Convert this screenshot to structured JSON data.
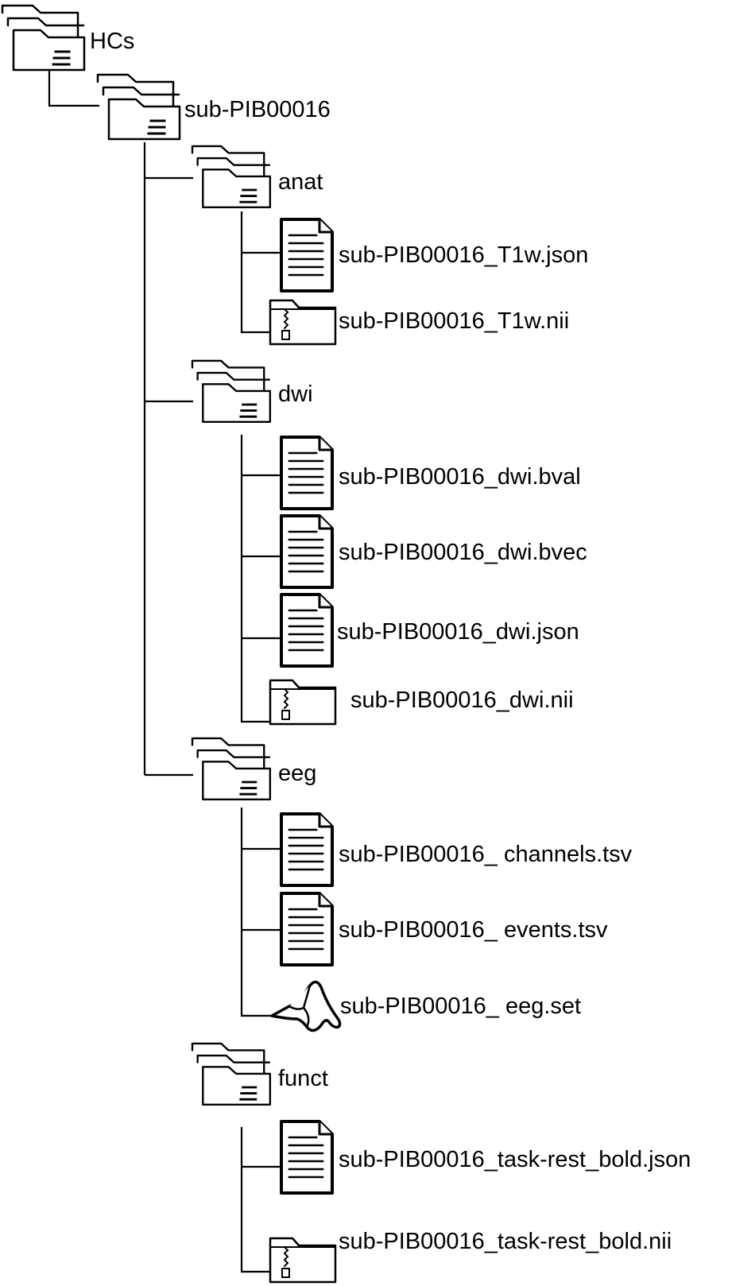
{
  "tree": {
    "root": {
      "label": "HCs",
      "icon": "folder-icon"
    },
    "subject": {
      "label": "sub-PIB00016",
      "icon": "folder-icon"
    },
    "groups": [
      {
        "label": "anat",
        "icon": "folder-icon",
        "files": [
          {
            "label": "sub-PIB00016_T1w.json",
            "icon": "document-icon"
          },
          {
            "label": "sub-PIB00016_T1w.nii",
            "icon": "zip-folder-icon"
          }
        ]
      },
      {
        "label": "dwi",
        "icon": "folder-icon",
        "files": [
          {
            "label": "sub-PIB00016_dwi.bval",
            "icon": "document-icon"
          },
          {
            "label": "sub-PIB00016_dwi.bvec",
            "icon": "document-icon"
          },
          {
            "label": "sub-PIB00016_dwi.json",
            "icon": "document-icon"
          },
          {
            "label": "sub-PIB00016_dwi.nii",
            "icon": "zip-folder-icon"
          }
        ]
      },
      {
        "label": "eeg",
        "icon": "folder-icon",
        "files": [
          {
            "label": "sub-PIB00016_ channels.tsv",
            "icon": "document-icon"
          },
          {
            "label": "sub-PIB00016_ events.tsv",
            "icon": "document-icon"
          },
          {
            "label": "sub-PIB00016_ eeg.set",
            "icon": "matlab-icon"
          }
        ]
      },
      {
        "label": "funct",
        "icon": "folder-icon",
        "files": [
          {
            "label": "sub-PIB00016_task-rest_bold.json",
            "icon": "document-icon"
          },
          {
            "label": "sub-PIB00016_task-rest_bold.nii",
            "icon": "zip-folder-icon"
          }
        ]
      }
    ]
  }
}
